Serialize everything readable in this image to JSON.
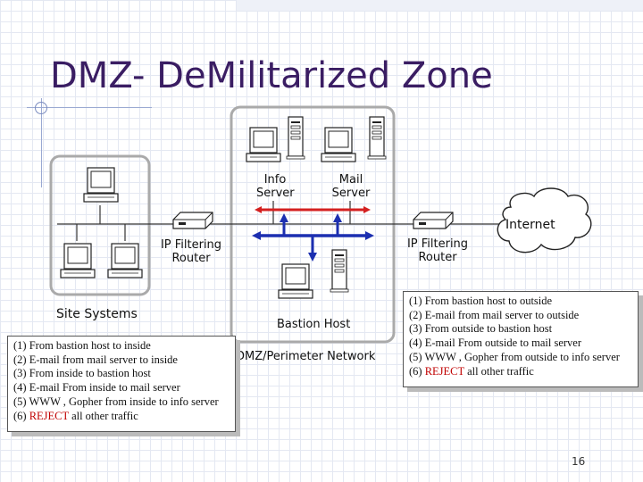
{
  "slide": {
    "title": "DMZ- DeMilitarized Zone",
    "page_number": "16"
  },
  "diagram": {
    "info_server_label": [
      "Info",
      "Server"
    ],
    "mail_server_label": [
      "Mail",
      "Server"
    ],
    "internet_label": "Internet",
    "inner_router_label": [
      "IP Filtering",
      "Router"
    ],
    "outer_router_label": [
      "IP Filtering",
      "Router"
    ],
    "site_systems_label": "Site Systems",
    "bastion_host_label": "Bastion Host",
    "dmz_label": "DMZ/Perimeter Network"
  },
  "inner_rules": {
    "lines": [
      "(1) From bastion host to inside",
      "(2) E-mail from mail server to inside",
      "(3) From inside to bastion host",
      "(4) E-mail From inside to mail server",
      "(5) WWW , Gopher from inside to info server"
    ],
    "last_prefix": "(6) ",
    "last_reject": "REJECT",
    "last_suffix": " all other traffic"
  },
  "outer_rules": {
    "lines": [
      "(1) From bastion host to outside",
      "(2) E-mail from mail server to outside",
      "(3) From outside to bastion host",
      "(4) E-mail From outside to mail server",
      "(5) WWW , Gopher from outside to info server"
    ],
    "last_prefix": "(6) ",
    "last_reject": "REJECT",
    "last_suffix": " all other traffic"
  },
  "colors": {
    "title": "#3a1d63",
    "red_arrow": "#d42020",
    "blue_arrow": "#1c2fb0",
    "reject": "#c00000"
  }
}
